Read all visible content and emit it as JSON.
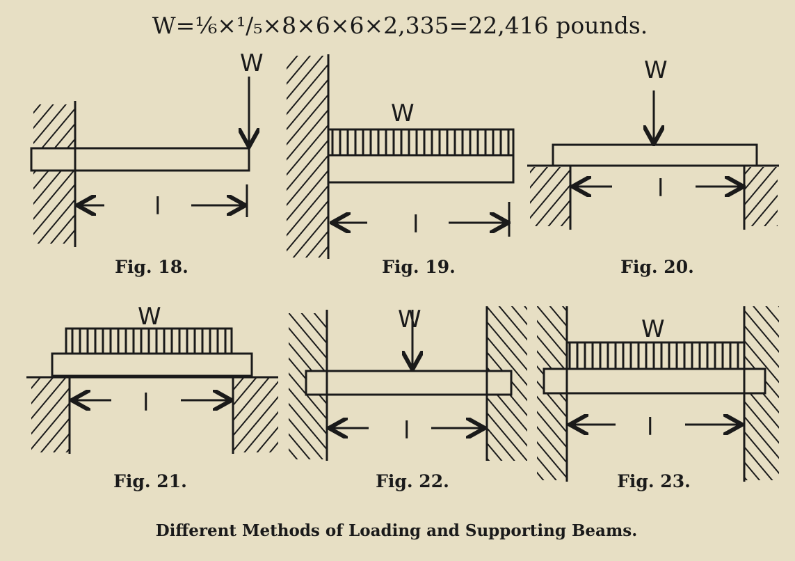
{
  "formula": "W=⅙×¹/₅×8×6×6×2,335=22,416 pounds.",
  "load_label": "W",
  "length_label": "l",
  "figures": [
    {
      "caption": "Fig. 18."
    },
    {
      "caption": "Fig. 19."
    },
    {
      "caption": "Fig. 20."
    },
    {
      "caption": "Fig. 21."
    },
    {
      "caption": "Fig. 22."
    },
    {
      "caption": "Fig. 23."
    }
  ],
  "title": "Different Methods of Loading and Supporting Beams."
}
